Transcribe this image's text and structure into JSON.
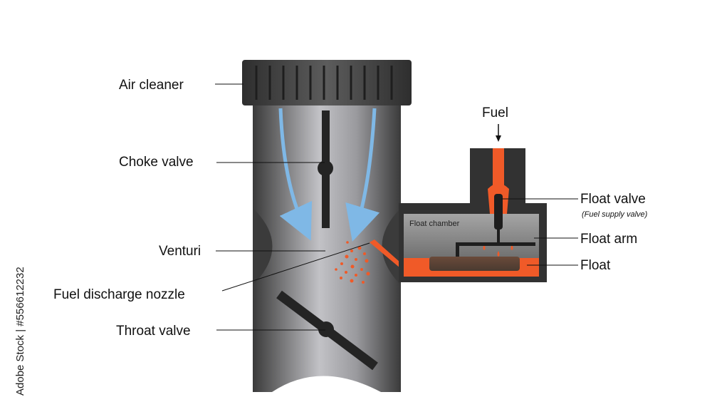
{
  "labels": {
    "air_cleaner": "Air cleaner",
    "choke_valve": "Choke valve",
    "venturi": "Venturi",
    "fuel_discharge_nozzle": "Fuel discharge nozzle",
    "throat_valve": "Throat valve",
    "fuel": "Fuel",
    "float_valve": "Float valve",
    "float_valve_note": "(Fuel supply valve)",
    "float_arm": "Float arm",
    "float": "Float",
    "float_chamber": "Float chamber"
  },
  "watermark": {
    "stock_id": "Adobe Stock | #556612232"
  },
  "colors": {
    "body_dark": "#3a3a3a",
    "body_light": "#b9b9bd",
    "fuel_orange": "#f05a28",
    "air_blue": "#7fb8e6",
    "chamber_grey": "#8a8a8a"
  }
}
